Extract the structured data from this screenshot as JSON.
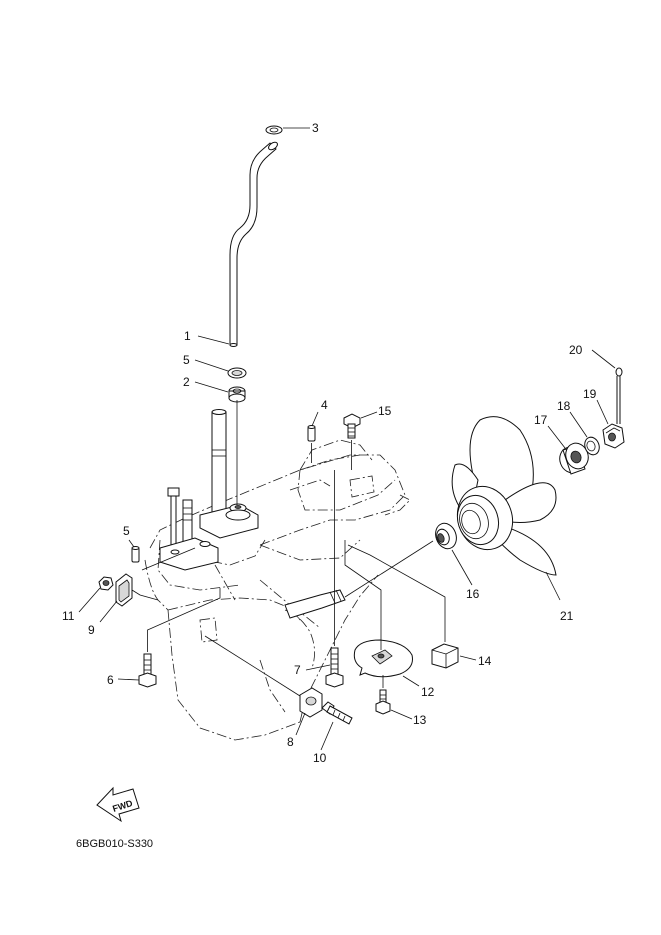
{
  "diagram_code": "6BGB010-S330",
  "fwd_label": "FWD",
  "callouts": [
    "1",
    "2",
    "3",
    "4",
    "5",
    "5",
    "6",
    "7",
    "8",
    "9",
    "10",
    "11",
    "12",
    "13",
    "14",
    "15",
    "16",
    "17",
    "18",
    "19",
    "20",
    "21"
  ]
}
